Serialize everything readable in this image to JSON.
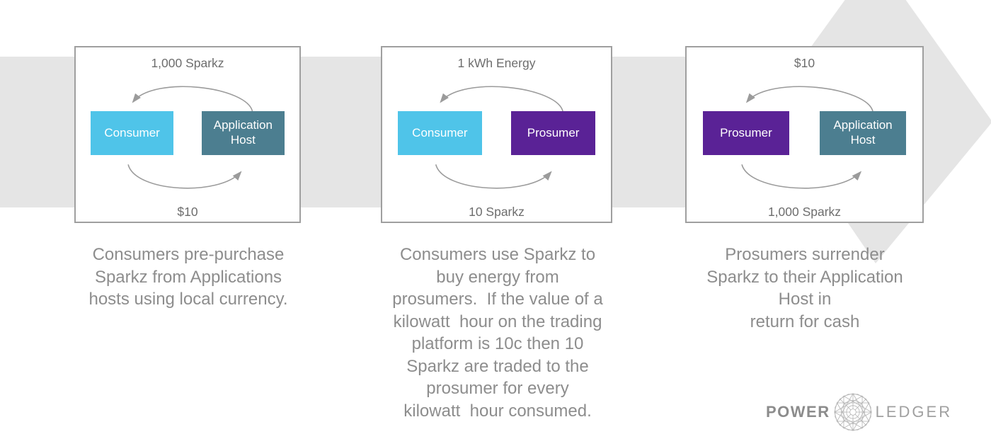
{
  "colors": {
    "band_gray": "#e5e5e5",
    "consumer_blue": "#4fc4e9",
    "application_host_teal": "#4c7e90",
    "prosumer_purple": "#5a2296",
    "arc_gray": "#9b9b9b"
  },
  "cards": [
    {
      "top_label": "1,000 Sparkz",
      "bottom_label": "$10",
      "left_box": {
        "label": "Consumer",
        "color": "#4fc4e9"
      },
      "right_box": {
        "label": "Application Host",
        "color": "#4c7e90"
      },
      "caption": "Consumers pre-purchase\nSparkz from Applications\nhosts using local currency."
    },
    {
      "top_label": "1 kWh Energy",
      "bottom_label": "10 Sparkz",
      "left_box": {
        "label": "Consumer",
        "color": "#4fc4e9"
      },
      "right_box": {
        "label": "Prosumer",
        "color": "#5a2296"
      },
      "caption": "Consumers use Sparkz to\nbuy energy from\nprosumers.  If the value of a\nkilowatt  hour on the trading\nplatform is 10c then 10\nSparkz are traded to the\nprosumer for every\nkilowatt  hour consumed."
    },
    {
      "top_label": "$10",
      "bottom_label": "1,000 Sparkz",
      "left_box": {
        "label": "Prosumer",
        "color": "#5a2296"
      },
      "right_box": {
        "label": "Application Host",
        "color": "#4c7e90"
      },
      "caption": "Prosumers surrender\nSparkz to their Application\nHost in\nreturn for cash"
    }
  ],
  "logo": {
    "power": "POWER",
    "ledger": "LEDGER"
  }
}
